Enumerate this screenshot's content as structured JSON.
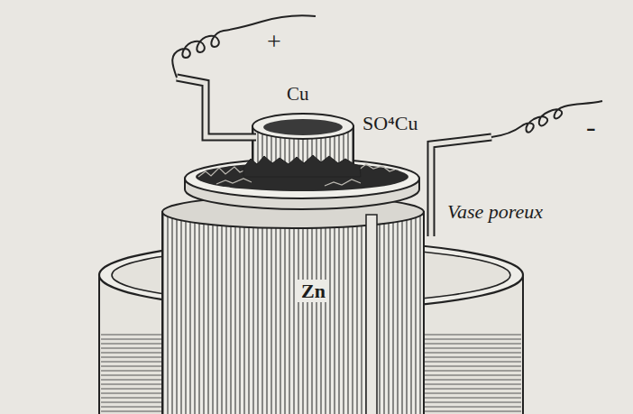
{
  "diagram": {
    "labels": [
      "+",
      "Cu",
      "SO⁴Cu",
      "-",
      "Vase poreux",
      "Zn"
    ]
  }
}
